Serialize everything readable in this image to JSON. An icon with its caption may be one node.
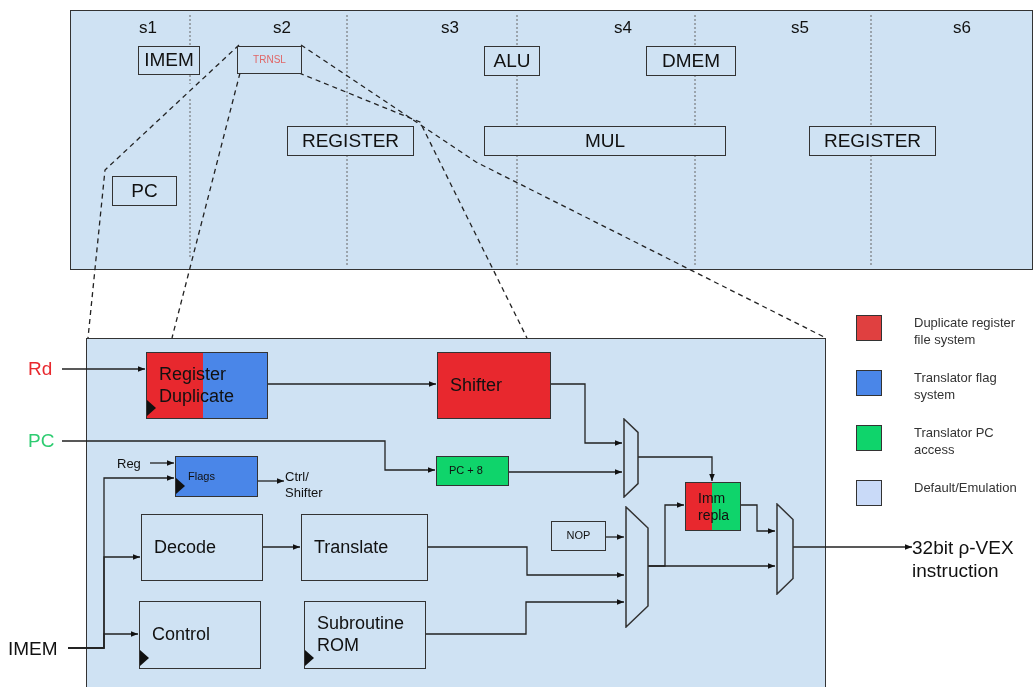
{
  "diagram": {
    "nodes": [
      {
        "text": [],
        "shape": "box"
      },
      {
        "text": [
          "IMEM"
        ],
        "in": 0
      },
      {
        "text": [
          "TRNSL"
        ],
        "in": 0
      },
      {
        "text": [
          "ALU"
        ],
        "in": 0
      },
      {
        "text": [
          "DMEM"
        ],
        "in": 0
      },
      {
        "text": [
          "REGISTER"
        ],
        "in": 0
      },
      {
        "text": [
          "MUL"
        ],
        "in": 0
      },
      {
        "text": [
          "REGISTER"
        ],
        "in": 0
      },
      {
        "text": [
          "PC"
        ],
        "in": 0
      },
      {
        "text": [],
        "shape": "box"
      },
      {
        "text": [
          "Rd"
        ]
      },
      {
        "text": [
          "PC"
        ]
      },
      {
        "text": [
          "IMEM"
        ]
      },
      {
        "text": [
          "Register Duplicate"
        ],
        "in": 9
      },
      {
        "text": [
          "Shifter"
        ],
        "in": 9
      },
      {
        "text": [
          "Reg"
        ],
        "in": 9
      },
      {
        "text": [
          "Flags"
        ],
        "in": 9
      },
      {
        "text": [
          "Ctrl/ Shifter"
        ],
        "in": 9
      },
      {
        "text": [
          "PC + 8"
        ],
        "in": 9
      },
      {
        "text": [
          "Decode"
        ],
        "in": 9
      },
      {
        "text": [
          "Translate"
        ],
        "in": 9
      },
      {
        "text": [
          "NOP"
        ],
        "in": 9
      },
      {
        "text": [
          "Control"
        ],
        "in": 9
      },
      {
        "text": [
          "Subroutine ROM"
        ],
        "in": 9
      },
      {
        "text": [],
        "shape": "trapezoid",
        "in": 9
      },
      {
        "text": [],
        "shape": "trapezoid",
        "in": 9
      },
      {
        "text": [
          "Imm repla"
        ],
        "in": 9
      },
      {
        "text": [],
        "shape": "trapezoid",
        "in": 9
      },
      {
        "text": [
          "32bit ρ-VEX instruction"
        ]
      }
    ],
    "edges": [
      {
        "from": 10,
        "to": 13,
        "arrow": "to"
      },
      {
        "from": 11,
        "to": 18,
        "arrow": "to"
      },
      {
        "from": 15,
        "to": 16,
        "arrow": "to"
      },
      {
        "from": 12,
        "to": 16,
        "arrow": "to"
      },
      {
        "from": 12,
        "to": 19,
        "arrow": "to"
      },
      {
        "from": 12,
        "to": 22,
        "arrow": "to"
      },
      {
        "from": 16,
        "to": 17,
        "arrow": "to"
      },
      {
        "from": 13,
        "to": 14,
        "arrow": "to"
      },
      {
        "from": 19,
        "to": 20,
        "arrow": "to"
      },
      {
        "from": 14,
        "to": 24,
        "arrow": "to"
      },
      {
        "from": 18,
        "to": 24,
        "arrow": "to"
      },
      {
        "from": 24,
        "to": 26,
        "arrow": "to"
      },
      {
        "from": 21,
        "to": 25,
        "arrow": "to"
      },
      {
        "from": 20,
        "to": 25,
        "arrow": "to"
      },
      {
        "from": 23,
        "to": 25,
        "arrow": "to"
      },
      {
        "from": 25,
        "to": 26,
        "arrow": "to"
      },
      {
        "from": 25,
        "to": 27,
        "arrow": "to"
      },
      {
        "from": 26,
        "to": 27,
        "arrow": "to"
      },
      {
        "from": 27,
        "to": 28,
        "arrow": "to"
      },
      {
        "from": 2,
        "to": 9,
        "arrow": "none",
        "style": "dashed"
      },
      {
        "from": 2,
        "to": 9,
        "arrow": "none",
        "style": "dashed"
      },
      {
        "from": 2,
        "to": 9,
        "arrow": "none",
        "style": "dashed"
      },
      {
        "from": 2,
        "to": 9,
        "arrow": "none",
        "style": "dashed"
      }
    ],
    "labels": [
      "s1",
      "s2",
      "s3",
      "s4",
      "s5",
      "s6"
    ],
    "legend": [
      {
        "text": "Duplicate register file system",
        "color": "#e04040"
      },
      {
        "text": "Translator flag system",
        "color": "#4a86e8"
      },
      {
        "text": "Translator PC access",
        "color": "#0fd46b"
      },
      {
        "text": "Default/Emulation",
        "color": "#c9daf8"
      }
    ]
  }
}
